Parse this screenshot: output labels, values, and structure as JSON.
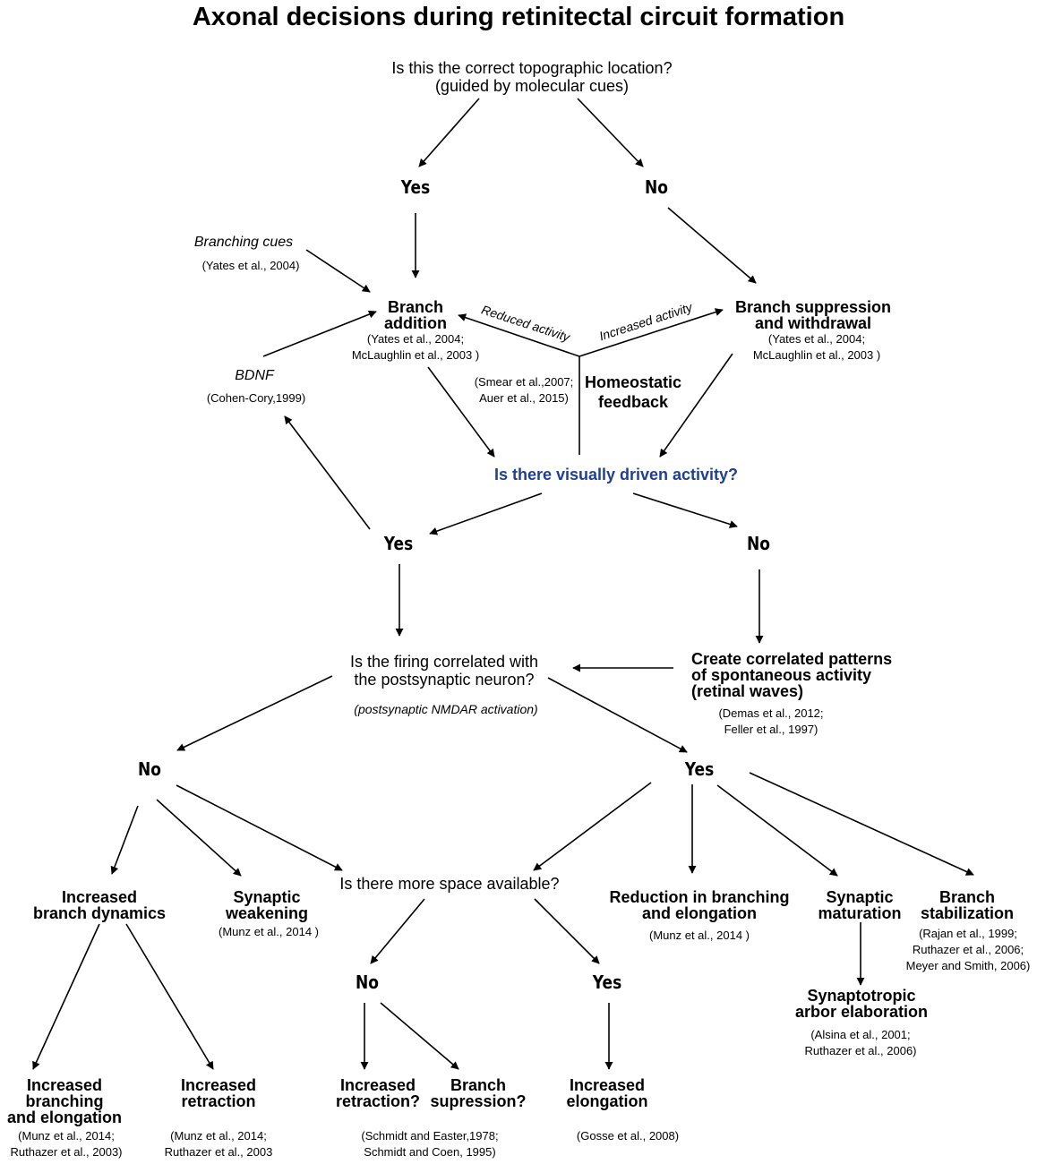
{
  "title": "Axonal decisions during retinitectal circuit formation",
  "q_topographic": "Is this the correct topographic location?\n(guided by molecular cues)",
  "yes1": "Yes",
  "no1": "No",
  "branching_cues": "Branching cues",
  "branching_cues_ref": "(Yates et al., 2004)",
  "branch_addition": "Branch\naddition",
  "branch_addition_ref": "(Yates et al., 2004;\nMcLaughlin et al., 2003 )",
  "branch_suppression": "Branch suppression\nand withdrawal",
  "branch_suppression_ref": "(Yates et al., 2004;\nMcLaughlin et al., 2003 )",
  "reduced_activity": "Reduced activity",
  "increased_activity": "Increased activity",
  "homeostatic": "Homeostatic\nfeedback",
  "homeostatic_ref": "(Smear et al.,2007;\nAuer et al., 2015)",
  "bdnf": "BDNF",
  "bdnf_ref": "(Cohen-Cory,1999)",
  "q_visual": "Is there visually driven activity?",
  "yes2": "Yes",
  "no2": "No",
  "q_correlated": "Is the firing correlated with\nthe postsynaptic neuron?",
  "nmdar": "(postsynaptic NMDAR activation)",
  "retinal_waves": "Create correlated patterns\nof spontaneous activity\n(retinal waves)",
  "retinal_waves_ref": "(Demas et al., 2012;\nFeller et al., 1997)",
  "no3": "No",
  "yes3": "Yes",
  "q_space": "Is there more space available?",
  "inc_branch_dyn": "Increased\nbranch dynamics",
  "syn_weakening": "Synaptic\nweakening",
  "syn_weakening_ref": "(Munz et al., 2014 )",
  "reduction_branching": "Reduction in branching\nand elongation",
  "reduction_branching_ref": "(Munz et al., 2014 )",
  "syn_maturation": "Synaptic\nmaturation",
  "branch_stabilization": "Branch\nstabilization",
  "branch_stabilization_ref": "(Rajan et al., 1999;\nRuthazer et al., 2006;\nMeyer and Smith, 2006)",
  "synaptotropic": "Synaptotropic\narbor elaboration",
  "synaptotropic_ref": "(Alsina et al., 2001;\nRuthazer et al., 2006)",
  "no4": "No",
  "yes4": "Yes",
  "inc_branching_elong": "Increased\nbranching\nand elongation",
  "inc_branching_elong_ref": "(Munz et al., 2014;\nRuthazer et al., 2003)",
  "inc_retraction": "Increased\nretraction",
  "inc_retraction_ref": "(Munz et al., 2014;\nRuthazer et al., 2003",
  "inc_retraction_q": "Increased\nretraction?",
  "branch_supression_q": "Branch\nsupression?",
  "retraction_supression_ref": "(Schmidt and Easter,1978;\nSchmidt and Coen, 1995)",
  "inc_elongation": "Increased\nelongation",
  "inc_elongation_ref": "(Gosse et al., 2008)",
  "colors": {
    "question_blue": "#1f3f8f",
    "ink": "#000000"
  }
}
